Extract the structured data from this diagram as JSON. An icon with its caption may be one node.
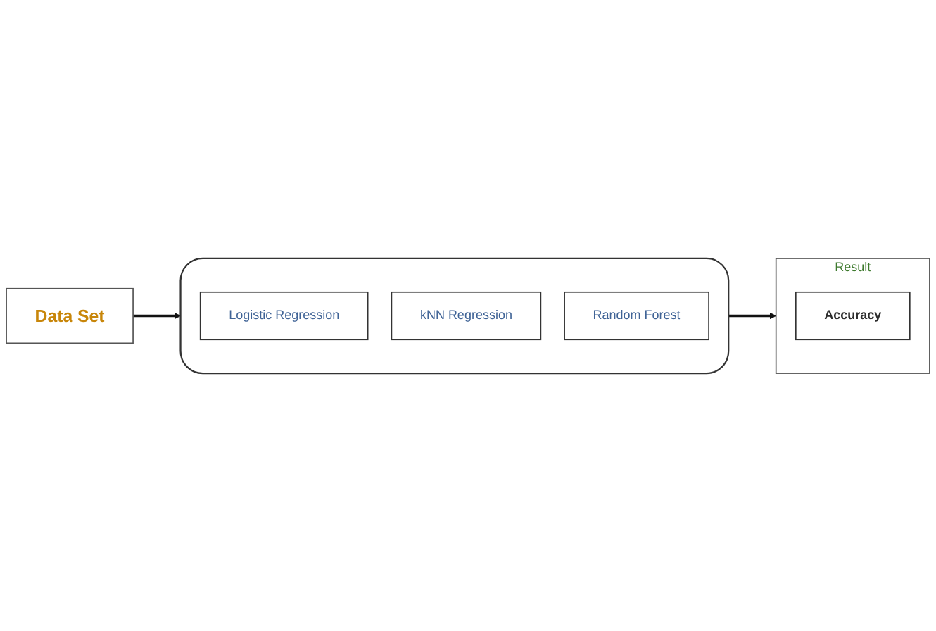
{
  "diagram": {
    "nodes": [
      {
        "text": [
          "Data Set"
        ]
      },
      {
        "text": [],
        "shape": "box"
      },
      {
        "text": [
          "Logistic Regression"
        ],
        "in": 1
      },
      {
        "text": [
          "kNN Regression"
        ],
        "in": 1
      },
      {
        "text": [
          "Random Forest"
        ],
        "in": 1
      },
      {
        "text": [
          "Result"
        ]
      },
      {
        "text": [
          "Accuracy"
        ],
        "in": 5
      }
    ],
    "edges": [
      {
        "from": 0,
        "to": 1,
        "arrow": "to"
      },
      {
        "from": 1,
        "to": 5,
        "arrow": "to"
      }
    ]
  }
}
